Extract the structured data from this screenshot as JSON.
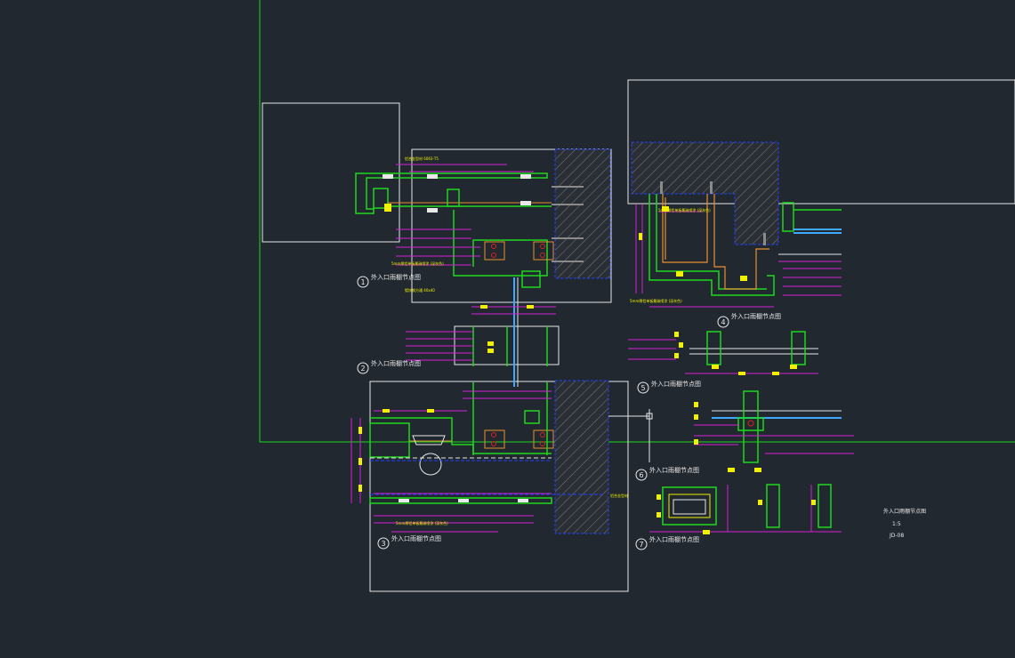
{
  "colors": {
    "background": "#212830",
    "frame_white": "#e8e8e8",
    "green": "#1fd81f",
    "magenta": "#d61fd6",
    "yellow": "#f0f000",
    "orange": "#e89030",
    "red": "#e02020",
    "cyan": "#40a8ff",
    "blue": "#2040ff",
    "hatch": "#8a8a8a"
  },
  "details": [
    {
      "num": "1",
      "label": "外入口雨棚节点图"
    },
    {
      "num": "2",
      "label": "外入口雨棚节点图"
    },
    {
      "num": "3",
      "label": "外入口雨棚节点图"
    },
    {
      "num": "4",
      "label": "外入口雨棚节点图"
    },
    {
      "num": "5",
      "label": "外入口雨棚节点图"
    },
    {
      "num": "6",
      "label": "外入口雨棚节点图"
    },
    {
      "num": "7",
      "label": "外入口雨棚节点图"
    }
  ],
  "notes": {
    "yellow_1": "铝合金型材 6063-T5",
    "yellow_2": "5mm厚铝单板氟碳喷涂 (深灰色)",
    "yellow_3": "镀锌钢方通 40x40",
    "yellow_4": "5mm厚铝单板氟碳喷涂 (深灰色)",
    "yellow_5": "5mm厚铝单板氟碳喷涂 (深灰色)",
    "yellow_6": "铝合金型材",
    "yellow_7": "5mm厚铝单板氟碳喷涂 (深灰色)"
  },
  "title_block": {
    "name": "外入口雨棚节点图",
    "scale": "1:5",
    "sheet": "JD-08"
  }
}
